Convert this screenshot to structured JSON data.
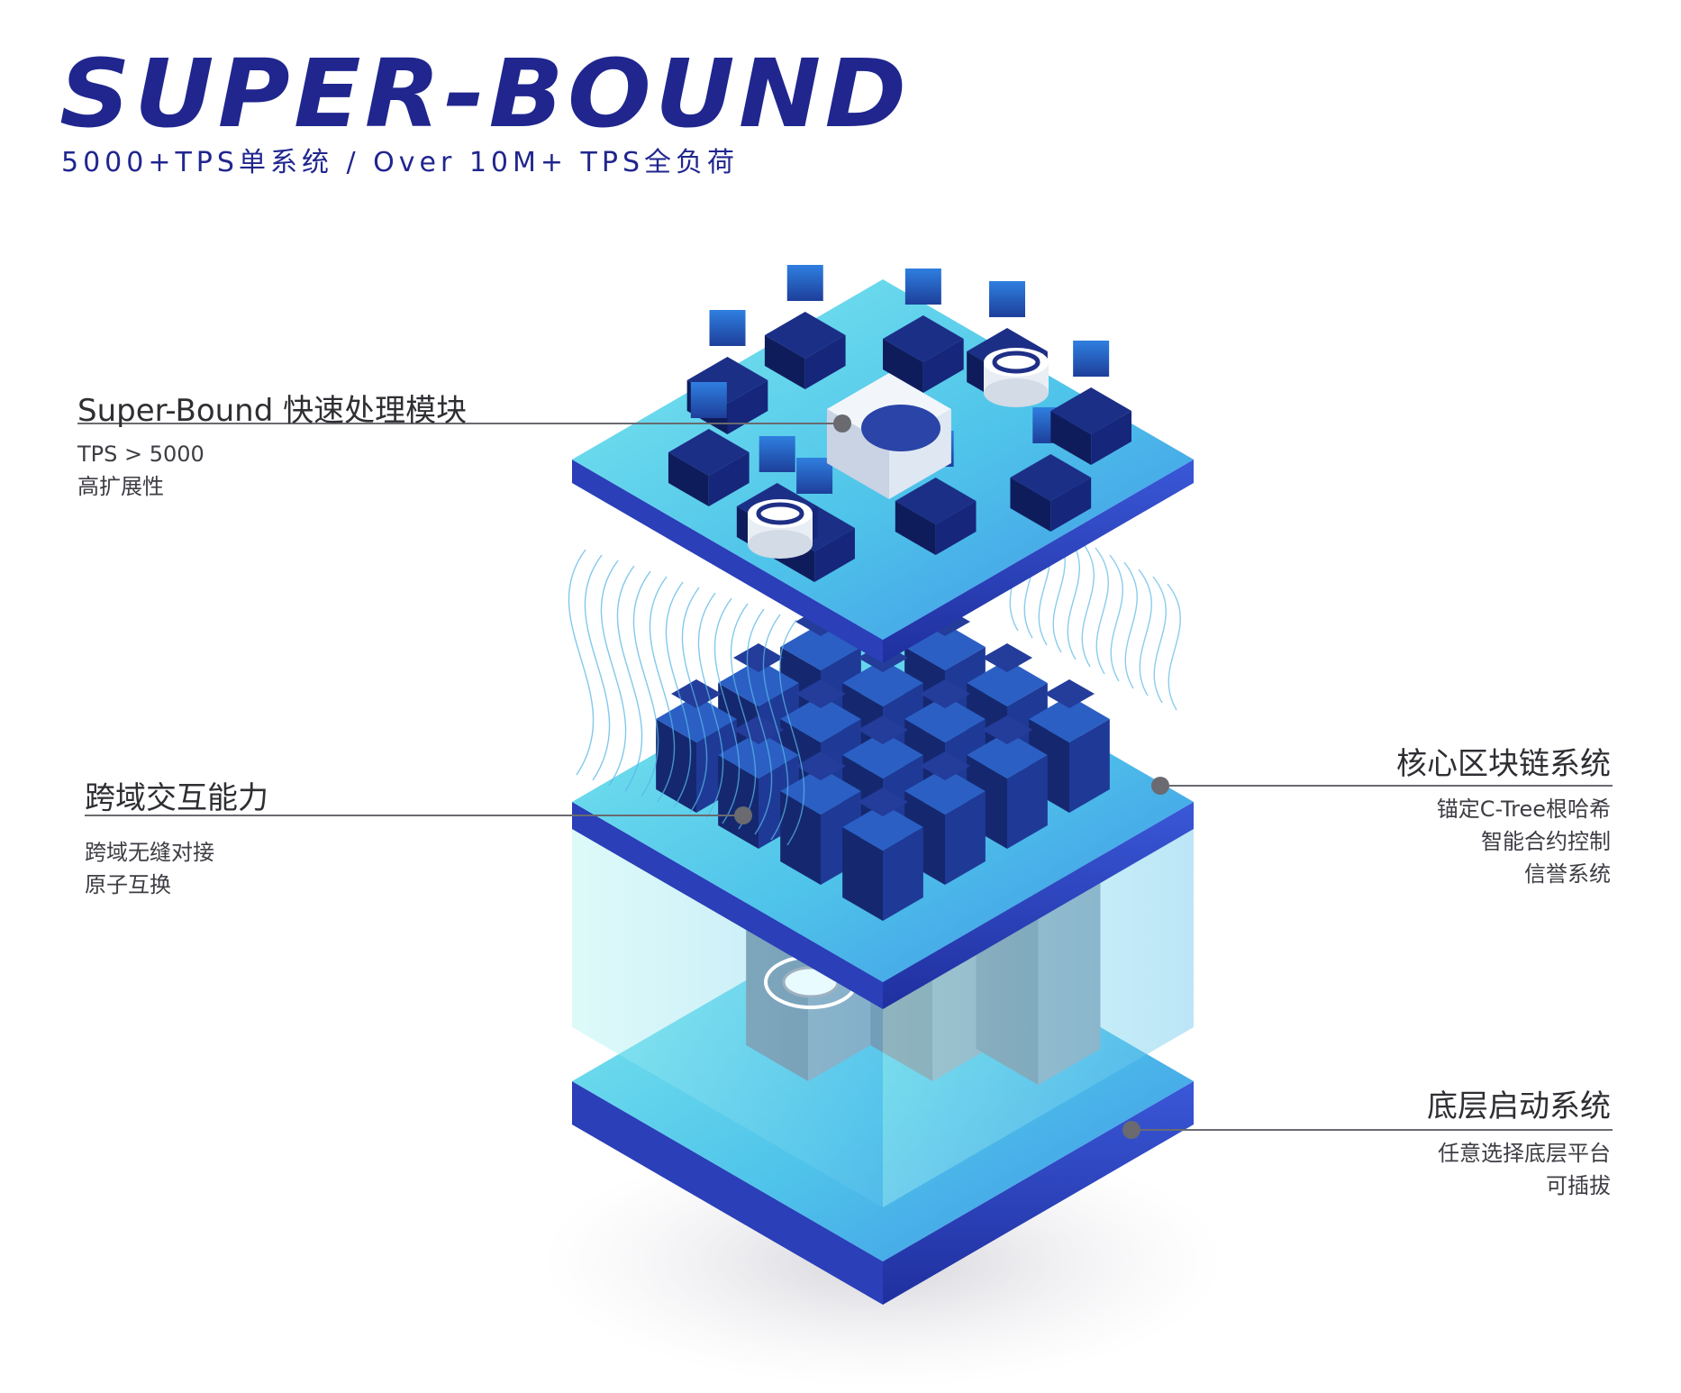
{
  "header": {
    "logo": "SUPER-BOUND",
    "subtitle": "5000+TPS单系统 / Over 10M+ TPS全负荷"
  },
  "layers": {
    "top": {
      "title": "Super-Bound 快速处理模块",
      "points": [
        "TPS > 5000",
        "高扩展性"
      ]
    },
    "cross": {
      "title": "跨域交互能力",
      "points": [
        "跨域无缝对接",
        "原子互换"
      ]
    },
    "core": {
      "title": "核心区块链系统",
      "points": [
        "锚定C-Tree根哈希",
        "智能合约控制",
        "信誉系统"
      ]
    },
    "base": {
      "title": "底层启动系统",
      "points": [
        "任意选择底层平台",
        "可插拔"
      ]
    }
  },
  "colors": {
    "brand": "#20268e",
    "platform_top": "#56d3e6",
    "platform_edge": "#2e46c8",
    "cube_dark": "#1b2f86",
    "cube_light": "#2a7ee0",
    "glass": "#8eeef0",
    "server": "#8a93a6",
    "leader_line": "#6a6a70"
  },
  "icons": {
    "hub_logo": "hexagon-logo-icon",
    "server_mark": "network-node-icon"
  }
}
